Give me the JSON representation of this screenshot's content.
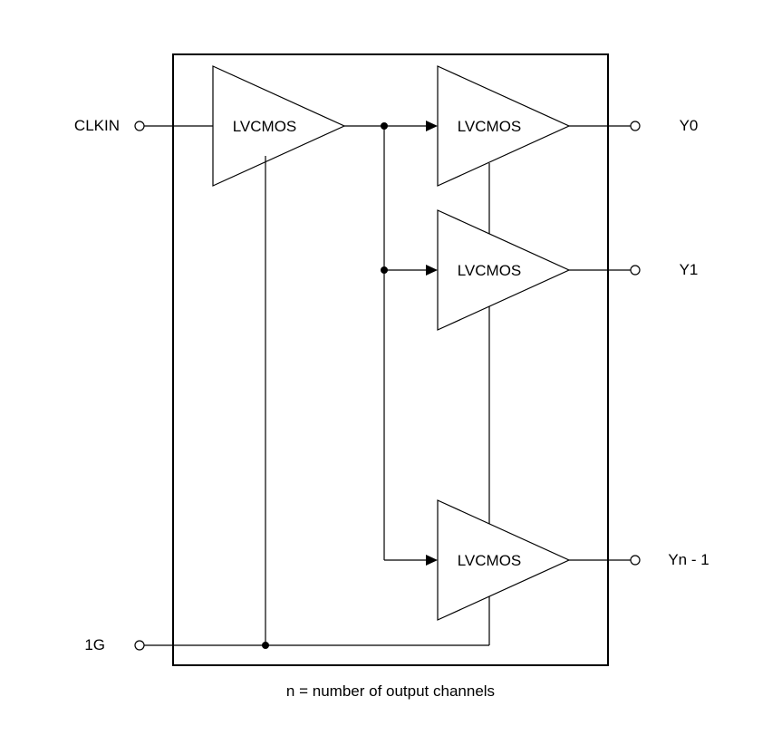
{
  "inputs": {
    "clkin": "CLKIN",
    "enable": "1G"
  },
  "buffers": {
    "input": "LVCMOS",
    "out0": "LVCMOS",
    "out1": "LVCMOS",
    "outn": "LVCMOS"
  },
  "outputs": {
    "y0": "Y0",
    "y1": "Y1",
    "yn": "Yn - 1"
  },
  "footnote": "n = number of output channels"
}
